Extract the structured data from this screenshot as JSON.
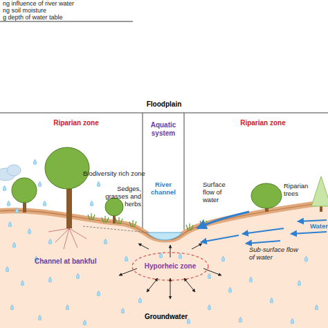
{
  "diagram": {
    "nodes": [
      {
        "text": [
          "Hyporheic zone"
        ]
      }
    ],
    "labels": [
      "ng influence of river water",
      "ng soil moisture",
      "g depth of water table",
      "Floodplain",
      "Riparian zone",
      "Aquatic system",
      "Riparian zone",
      "Biodiversity rich zone",
      "Sedges, grasses and herbs",
      "River channel",
      "Surface flow of water",
      "Riparian trees",
      "Water",
      "Sub-surface flow of water",
      "Channel at bankful",
      "Groundwater"
    ]
  }
}
